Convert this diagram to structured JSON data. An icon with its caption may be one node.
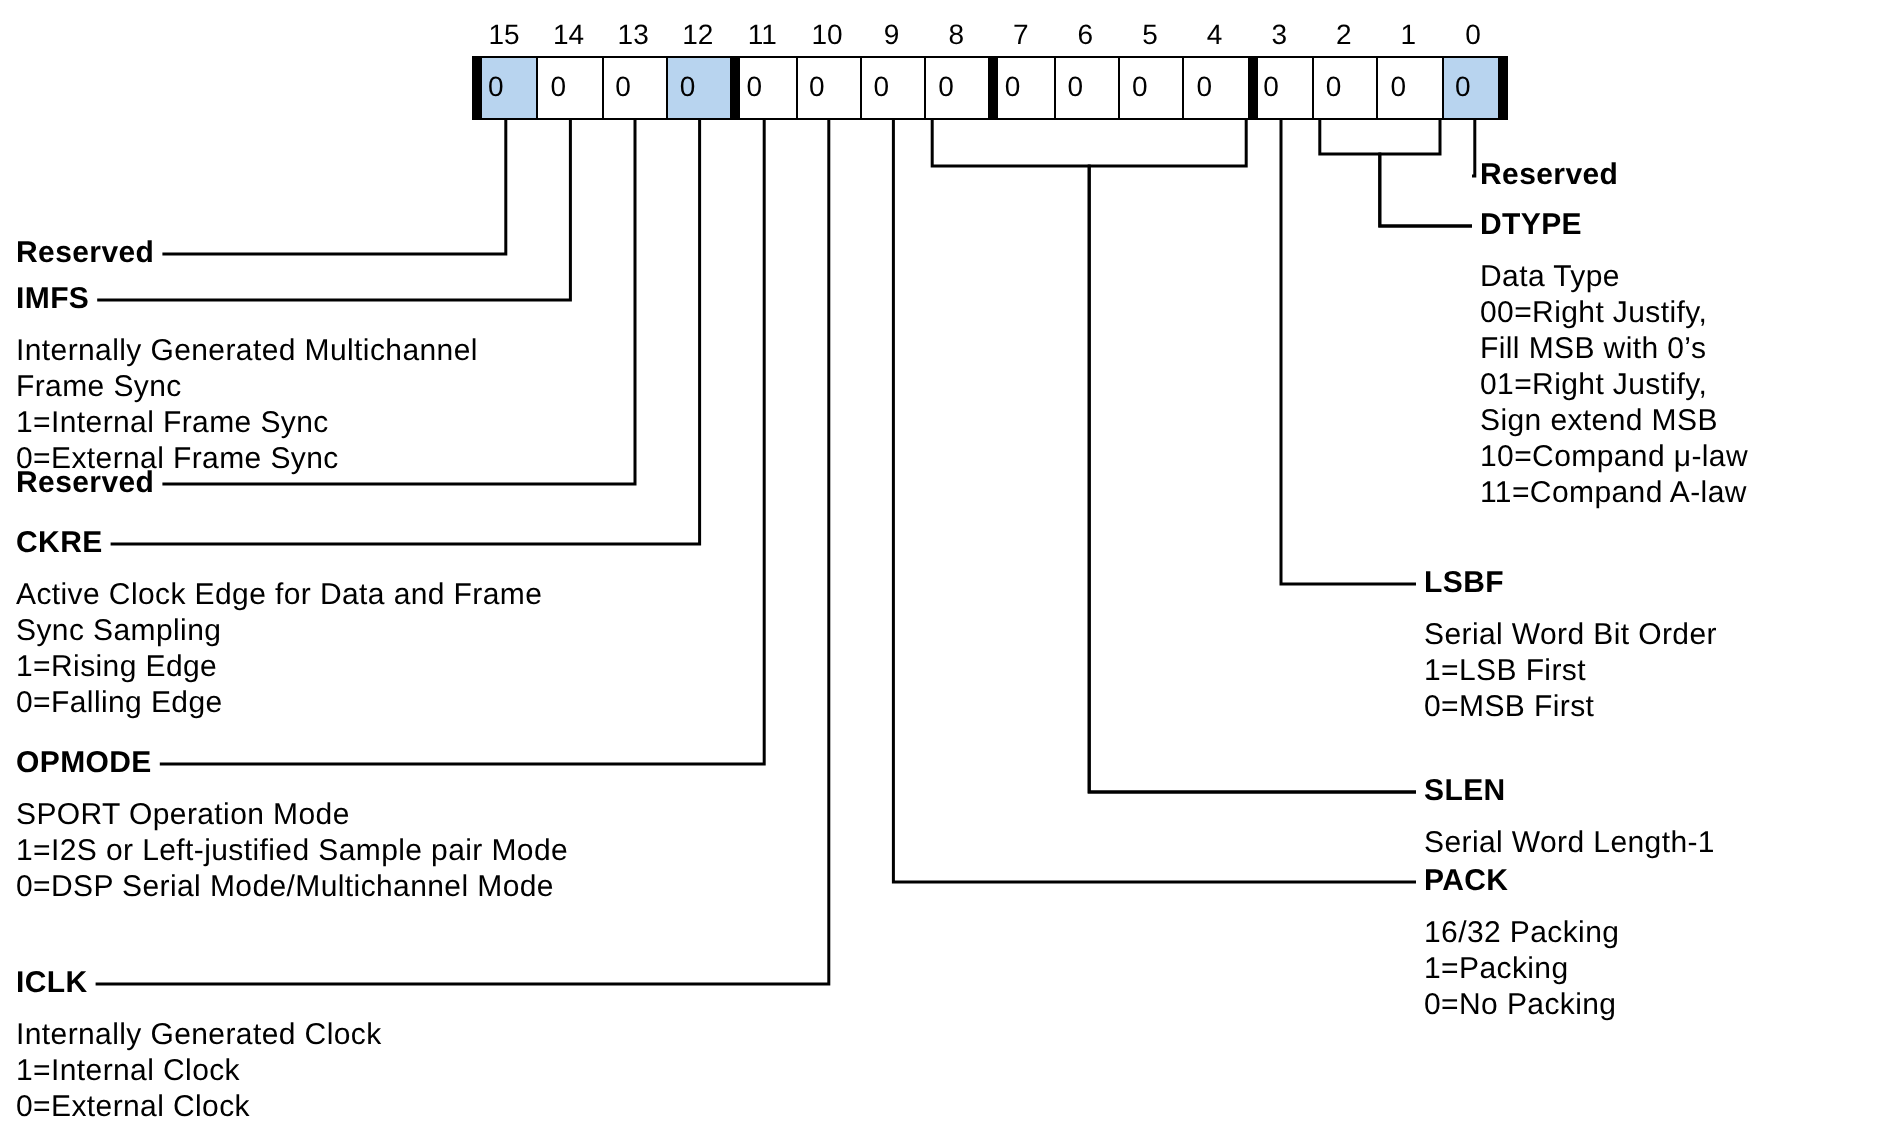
{
  "diagram": {
    "nodes": [
      {
        "text": [
          "0"
        ],
        "beside": [
          "15"
        ]
      },
      {
        "text": [
          "0"
        ],
        "beside": [
          "14"
        ]
      },
      {
        "text": [
          "0"
        ],
        "beside": [
          "13"
        ]
      },
      {
        "text": [
          "0"
        ],
        "beside": [
          "12"
        ]
      },
      {
        "text": [
          "0"
        ],
        "beside": [
          "11"
        ]
      },
      {
        "text": [
          "0"
        ],
        "beside": [
          "10"
        ]
      },
      {
        "text": [
          "0"
        ],
        "beside": [
          "9"
        ]
      },
      {
        "text": [
          "0"
        ],
        "beside": [
          "8"
        ]
      },
      {
        "text": [
          "0"
        ],
        "beside": [
          "7"
        ]
      },
      {
        "text": [
          "0"
        ],
        "beside": [
          "6"
        ]
      },
      {
        "text": [
          "0"
        ],
        "beside": [
          "5"
        ]
      },
      {
        "text": [
          "0"
        ],
        "beside": [
          "4"
        ]
      },
      {
        "text": [
          "0"
        ],
        "beside": [
          "3"
        ]
      },
      {
        "text": [
          "0"
        ],
        "beside": [
          "2"
        ]
      },
      {
        "text": [
          "0"
        ],
        "beside": [
          "1"
        ]
      },
      {
        "text": [
          "0"
        ],
        "beside": [
          "0"
        ]
      },
      {
        "text": [
          "Reserved"
        ]
      },
      {
        "text": [
          "IMFS",
          "Internally Generated Multichannel Frame Sync",
          "1=Internal Frame Sync",
          "0=External Frame Sync"
        ]
      },
      {
        "text": [
          "Reserved"
        ]
      },
      {
        "text": [
          "CKRE",
          "Active Clock Edge for Data and Frame Sync Sampling",
          "1=Rising Edge",
          "0=Falling Edge"
        ]
      },
      {
        "text": [
          "OPMODE",
          "SPORT Operation Mode",
          "1=I2S or Left-justified Sample pair Mode",
          "0=DSP Serial Mode/Multichannel Mode"
        ]
      },
      {
        "text": [
          "ICLK",
          "Internally Generated Clock",
          "1=Internal Clock",
          "0=External Clock"
        ]
      },
      {
        "text": [
          "Reserved"
        ]
      },
      {
        "text": [
          "DTYPE",
          "Data Type",
          "00=Right Justify, Fill MSB with 0’s",
          "01=Right Justify, Sign extend MSB",
          "10=Compand μ-law",
          "11=Compand A-law"
        ]
      },
      {
        "text": [
          "LSBF",
          "Serial Word Bit Order",
          "1=LSB First",
          "0=MSB First"
        ]
      },
      {
        "text": [
          "SLEN",
          "Serial Word Length-1"
        ]
      },
      {
        "text": [
          "PACK",
          "16/32 Packing",
          "1=Packing",
          "0=No Packing"
        ]
      }
    ],
    "edges": [
      {
        "from": 16,
        "to": 0,
        "arrow": "none"
      },
      {
        "from": 17,
        "to": 1,
        "arrow": "none"
      },
      {
        "from": 18,
        "to": 2,
        "arrow": "none"
      },
      {
        "from": 19,
        "to": 3,
        "arrow": "none"
      },
      {
        "from": 20,
        "to": 4,
        "arrow": "none"
      },
      {
        "from": 21,
        "to": 5,
        "arrow": "none"
      },
      {
        "from": 22,
        "to": 15,
        "arrow": "none"
      },
      {
        "from": 23,
        "to": 13,
        "arrow": "none"
      },
      {
        "from": 23,
        "to": 14,
        "arrow": "none"
      },
      {
        "from": 24,
        "to": 12,
        "arrow": "none"
      },
      {
        "from": 25,
        "to": 7,
        "arrow": "none"
      },
      {
        "from": 25,
        "to": 11,
        "arrow": "none"
      },
      {
        "from": 26,
        "to": 6,
        "arrow": "none"
      }
    ]
  }
}
